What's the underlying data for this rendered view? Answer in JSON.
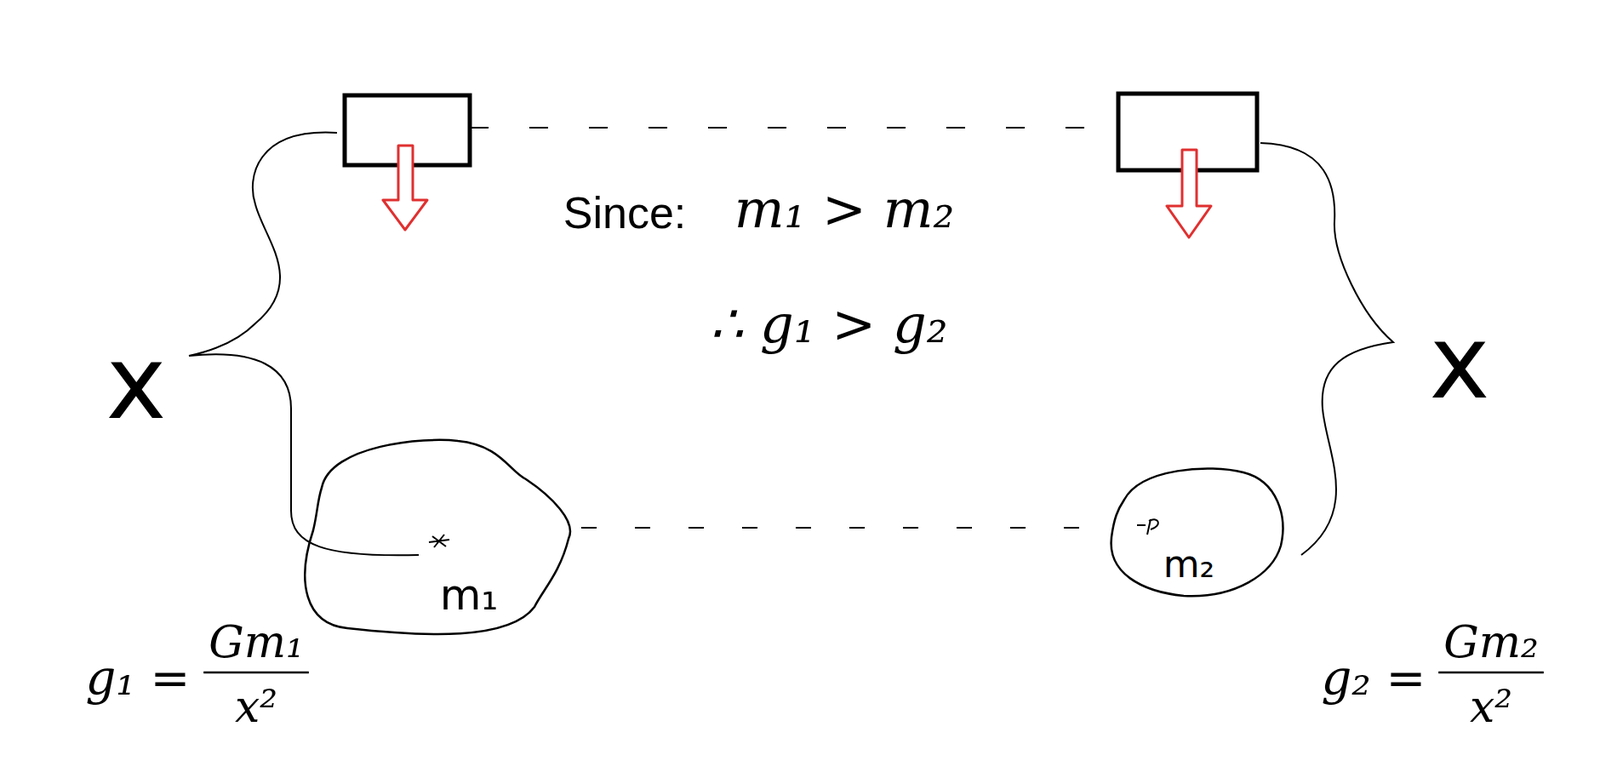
{
  "diagram": {
    "nodes": [
      {
        "text": [
          "m₁"
        ]
      },
      {
        "text": [
          "m₂"
        ]
      }
    ],
    "edges": [
      {
        "from": 0,
        "to": 1,
        "arrow": "none"
      }
    ],
    "labels": [
      "x",
      "Since:",
      "m₁ > m₂",
      "x",
      "∴ g₁ > g₂",
      "g₁ =",
      "Gm₁",
      "x²",
      "g₂ =",
      "Gm₂",
      "x²"
    ]
  }
}
